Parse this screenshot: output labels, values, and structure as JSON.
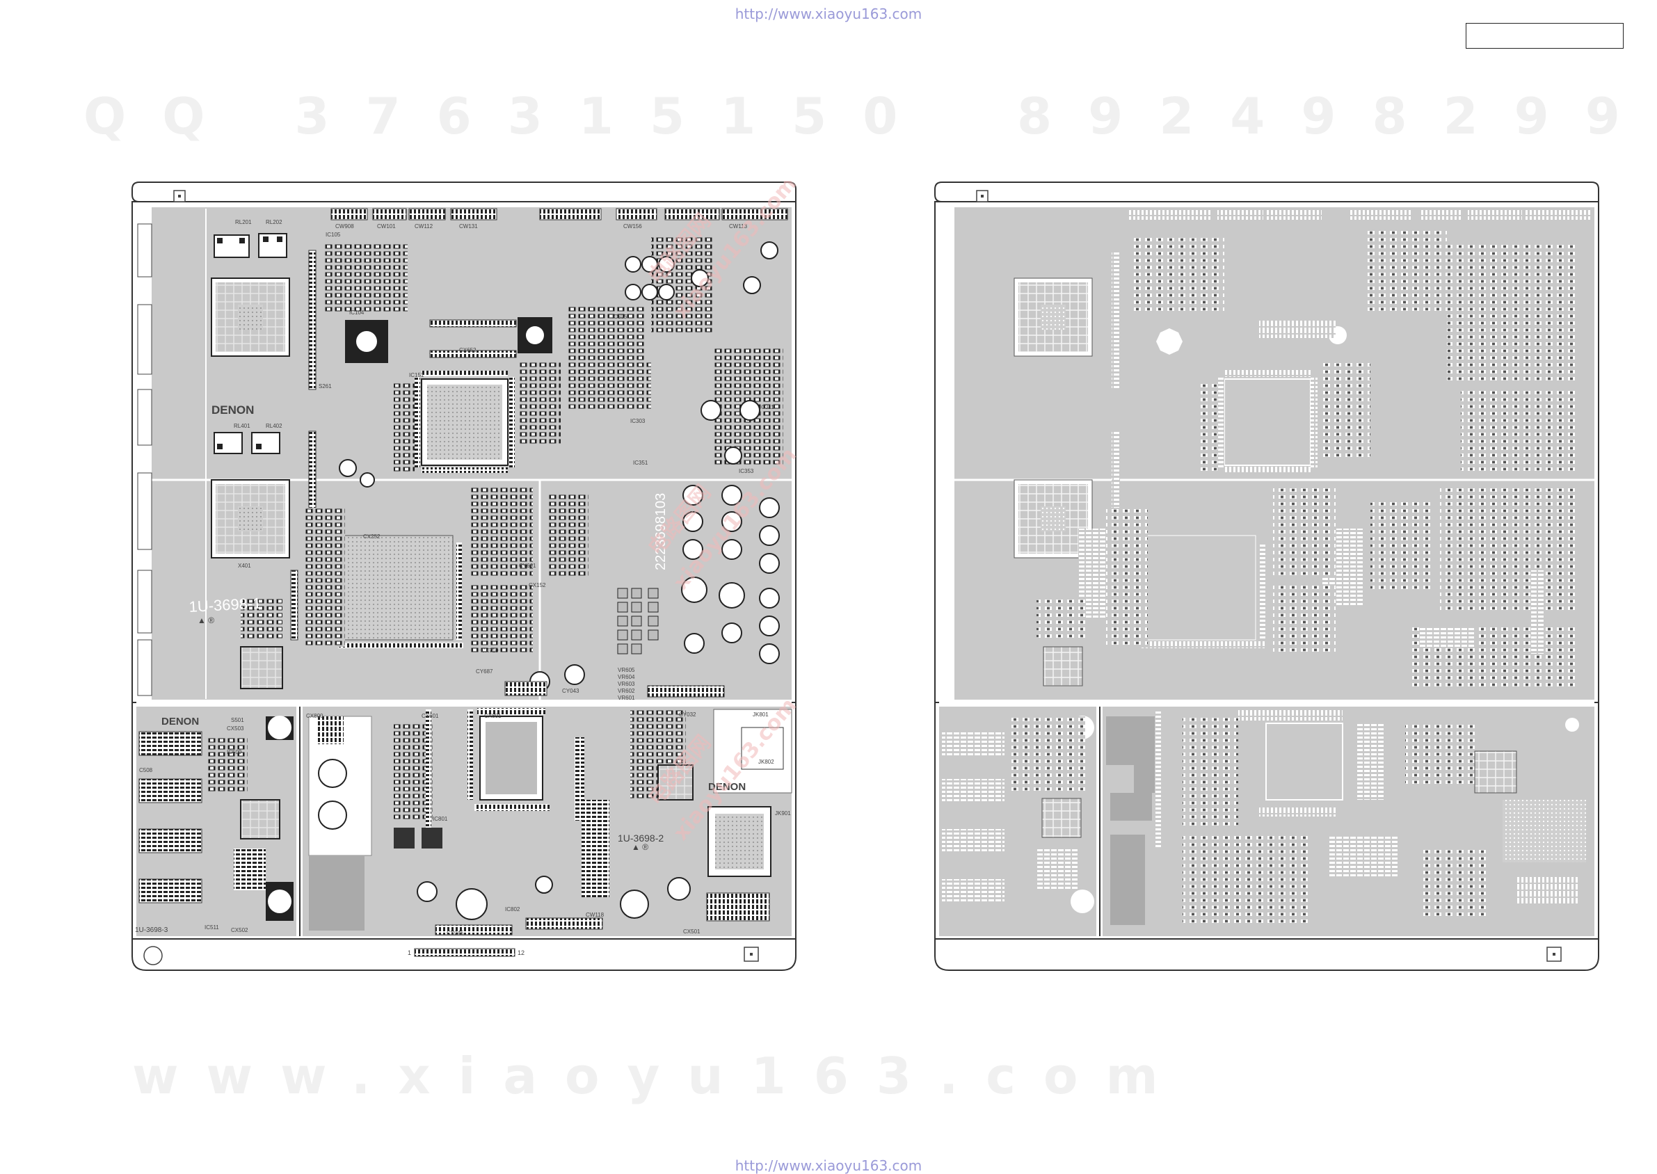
{
  "header": {
    "url_top": "http://www.xiaoyu163.com"
  },
  "footer": {
    "url_bottom": "http://www.xiaoyu163.com"
  },
  "watermark": {
    "qq": "QQ 376315150",
    "phone": "892498299",
    "site": "www.xiaoyu163.com",
    "cn": "电路图网",
    "cn_site": "xiaoyu163.com"
  },
  "board_a": {
    "brand_main": "DENON",
    "brand_sub1": "DENON",
    "brand_sub2": "DENON",
    "pcb_no_1": "1U-3698-1",
    "pcb_no_2": "1U-3698-2",
    "pcb_no_3": "1U-3698-3",
    "pcb_code": "2223698103",
    "ul_mark": "▲ ®",
    "pin_start": "1",
    "pin_end": "12",
    "refs": {
      "rl201": "RL201",
      "rl202": "RL202",
      "rl401": "RL401",
      "rl402": "RL402",
      "cw908": "CW908",
      "cw101": "CW101",
      "cw112": "CW112",
      "cw131": "CW131",
      "cw156": "CW156",
      "cw113": "CW113",
      "cw118": "CW118",
      "ic105": "IC105",
      "ic104": "IC104",
      "ic151": "IC151",
      "ic303": "IC303",
      "ic305": "IC305",
      "ic311": "IC311",
      "ic351": "IC351",
      "ic353": "IC353",
      "ic509": "IC509",
      "ic511": "IC511",
      "ic802": "IC802",
      "ic801": "IC801",
      "cx652": "CX652",
      "cx252": "CX252",
      "cx152": "CX152",
      "cx710": "CX710",
      "cx502": "CX502",
      "cx801": "CX801",
      "cy661": "CY661",
      "cy032": "CY032",
      "cy043": "CY043",
      "cy687": "CY687",
      "cy045": "CY045",
      "cx501": "CX501",
      "jk801": "JK801",
      "jk802": "JK802",
      "jk901": "JK901",
      "x401": "X401",
      "c508": "C508",
      "cx503": "CX503",
      "cx601": "CX601",
      "cx800": "CX800",
      "vr605": "VR605",
      "vr604": "VR604",
      "vr603": "VR603",
      "vr602": "VR602",
      "vr601": "VR601",
      "s501": "S501",
      "s261": "S261"
    }
  }
}
